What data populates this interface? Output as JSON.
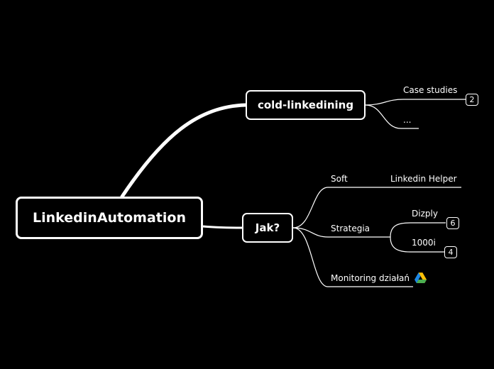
{
  "colors": {
    "background": "#000000",
    "line": "#ffffff"
  },
  "root": {
    "label": "LinkedinAutomation"
  },
  "branches": {
    "cold": {
      "label": "cold-linkedining",
      "children": [
        {
          "label": "Case studies",
          "badge": "2"
        },
        {
          "label": "..."
        }
      ]
    },
    "jak": {
      "label": "Jak?",
      "soft": {
        "label": "Soft",
        "child": "Linkedin Helper"
      },
      "strategia": {
        "label": "Strategia",
        "children": [
          {
            "label": "Dizply",
            "badge": "6"
          },
          {
            "label": "1000i",
            "badge": "4"
          }
        ]
      },
      "monitoring": {
        "label": "Monitoring działań",
        "icon": "google-drive-icon"
      }
    }
  }
}
